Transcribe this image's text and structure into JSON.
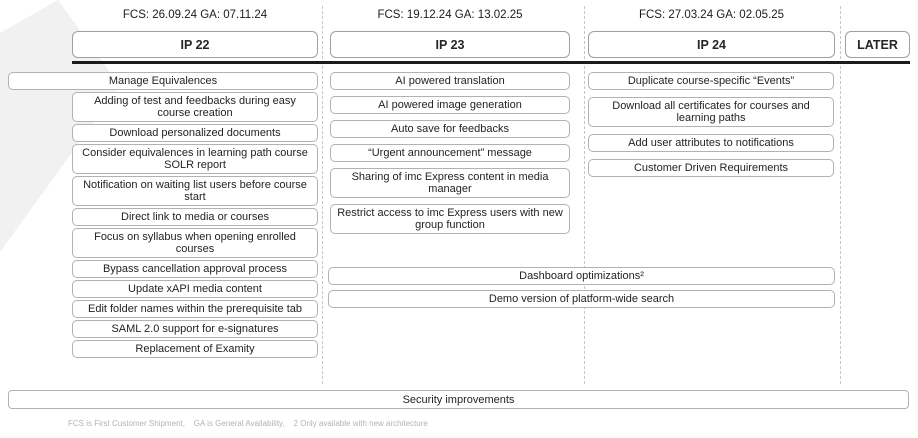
{
  "columns": [
    {
      "dates": "FCS: 26.09.24 GA: 07.11.24",
      "title": "IP 22",
      "items": [
        "Manage Equivalences",
        "Adding of test and feedbacks during easy course creation",
        "Download personalized documents",
        "Consider equivalences in learning path course SOLR report",
        "Notification on waiting list users before course start",
        "Direct link to media or courses",
        "Focus on syllabus when opening enrolled courses",
        "Bypass cancellation approval process",
        "Update xAPI media content",
        "Edit folder names within the prerequisite tab",
        "SAML 2.0 support for e-signatures",
        "Replacement of Examity"
      ]
    },
    {
      "dates": "FCS: 19.12.24 GA: 13.02.25",
      "title": "IP 23",
      "items": [
        "AI powered translation",
        "AI powered image generation",
        "Auto save for feedbacks",
        "“Urgent announcement” message",
        "Sharing of imc Express content in media manager",
        "Restrict access to imc Express users with new group function"
      ]
    },
    {
      "dates": "FCS: 27.03.24 GA: 02.05.25",
      "title": "IP 24",
      "items": [
        "Duplicate course-specific “Events”",
        "Download all certificates for courses and learning paths",
        "Add user attributes to notifications",
        "Customer Driven Requirements"
      ]
    }
  ],
  "later_label": "LATER",
  "spanning_items": [
    "Dashboard optimizations²",
    "Demo version of platform-wide search"
  ],
  "security_item": "Security improvements",
  "footnote": "FCS is First Customer Shipment,    GA is General Availability,    2 Only available with new architecture",
  "colors": {
    "divider": "#1b1b1b",
    "box_border": "#b2b2b2",
    "text": "#232323",
    "footnote_text": "#b3b3b3"
  }
}
